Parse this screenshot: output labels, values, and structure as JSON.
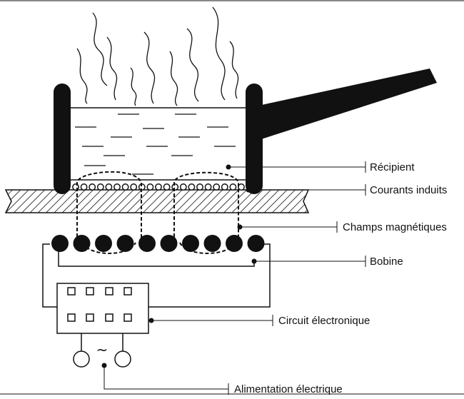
{
  "labels": {
    "recipient": "Récipient",
    "induced_currents": "Courants induits",
    "magnetic_fields": "Champs magnétiques",
    "coil": "Bobine",
    "electronic_circuit": "Circuit électronique",
    "power_supply": "Alimentation électrique"
  },
  "symbols": {
    "ac_source": "~"
  },
  "colors": {
    "ink": "#111111",
    "background": "#ffffff"
  }
}
